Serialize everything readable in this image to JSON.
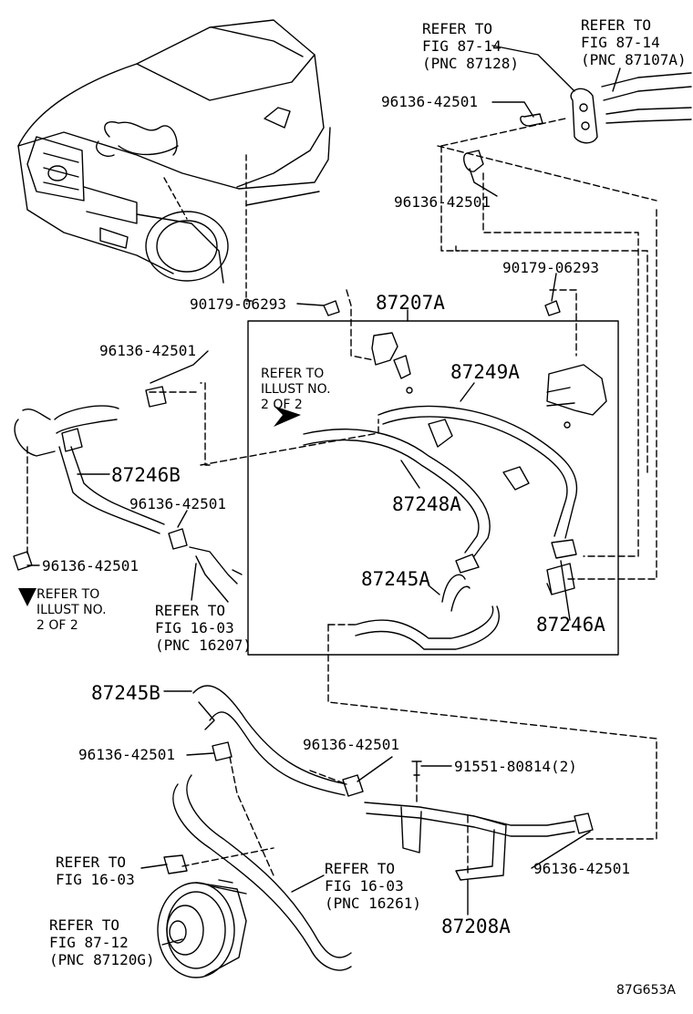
{
  "diagram_code": "87G653A",
  "labels": {
    "ref_87128": [
      "REFER TO",
      "FIG 87-14",
      "(PNC 87128)"
    ],
    "ref_87107a": [
      "REFER TO",
      "FIG 87-14",
      "(PNC 87107A)"
    ],
    "clip_top_1": "96136-42501",
    "clip_top_2": "96136-42501",
    "grommet_left": "90179-06293",
    "grommet_right": "90179-06293",
    "main_assy": "87207A",
    "refer_illust_right": [
      "REFER TO",
      "ILLUST NO.",
      "2 OF 2"
    ],
    "hose_87249a": "87249A",
    "clip_left_top": "96136-42501",
    "hose_87246b": "87246B",
    "hose_87248a": "87248A",
    "clip_left_mid": "96136-42501",
    "clip_left_low": "96136-42501",
    "refer_illust_left": [
      "REFER TO",
      "ILLUST NO.",
      "2 OF 2"
    ],
    "ref_16207": [
      "REFER TO",
      "FIG 16-03",
      "(PNC 16207)"
    ],
    "hose_87245a": "87245A",
    "hose_87246a": "87246A",
    "hose_87245b": "87245B",
    "clip_bottom_left": "96136-42501",
    "clip_bottom_mid": "96136-42501",
    "bolt": "91551-80814(2)",
    "ref_16_03": [
      "REFER TO",
      "FIG 16-03"
    ],
    "ref_16261": [
      "REFER TO",
      "FIG 16-03",
      "(PNC 16261)"
    ],
    "clip_bottom_right": "96136-42501",
    "ref_87120g": [
      "REFER TO",
      "FIG 87-12",
      "(PNC 87120G)"
    ],
    "pipe_87208a": "87208A"
  }
}
